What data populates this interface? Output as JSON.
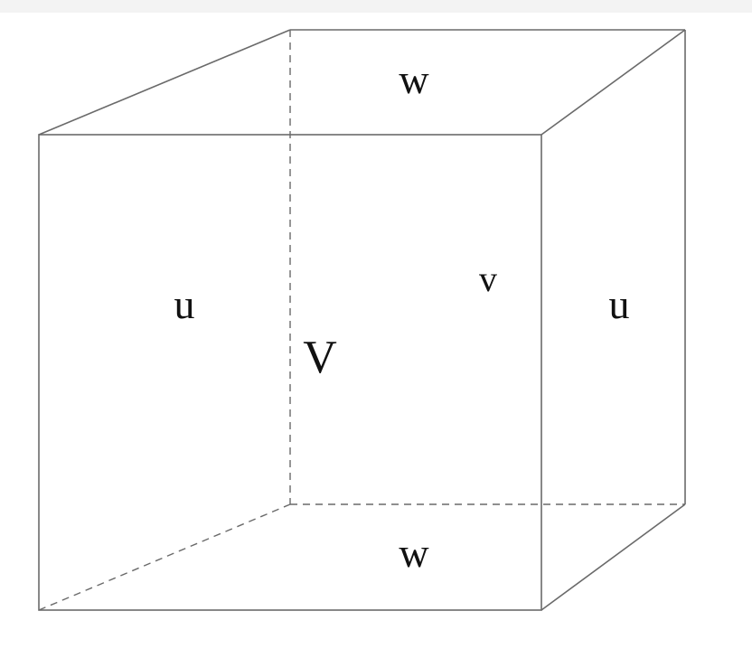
{
  "diagram": {
    "labels": {
      "top_face": "w",
      "bottom_face": "w",
      "front_face": "u",
      "right_face": "u",
      "back_face": "v",
      "volume": "V"
    },
    "colors": {
      "edge": "#6a6a6a",
      "text": "#111111",
      "background": "#ffffff"
    }
  }
}
